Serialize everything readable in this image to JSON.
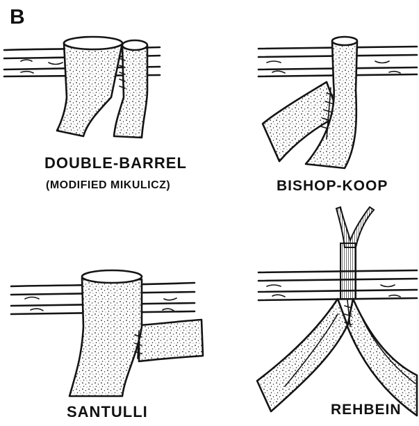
{
  "panel_label": "B",
  "illustrations": [
    {
      "title": "DOUBLE-BARREL",
      "subtitle": "(MODIFIED MIKULICZ)"
    },
    {
      "title": "BISHOP-KOOP"
    },
    {
      "title": "SANTULLI"
    },
    {
      "title": "REHBEIN"
    }
  ],
  "colors": {
    "ink": "#141414",
    "background": "#ffffff"
  }
}
